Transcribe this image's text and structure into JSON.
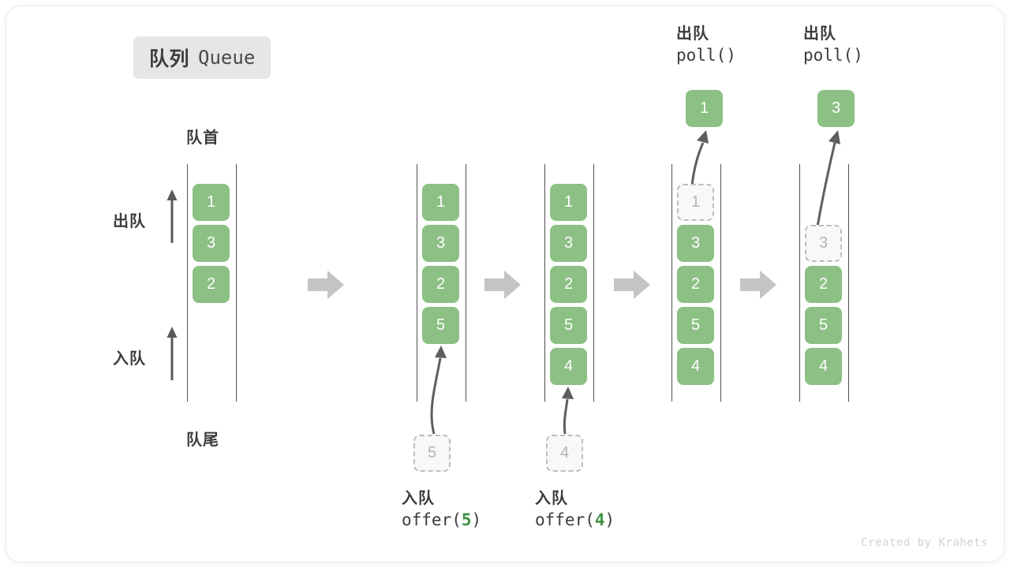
{
  "title": {
    "cn": "队列",
    "en": "Queue"
  },
  "labels": {
    "head": "队首",
    "tail": "队尾",
    "dequeue": "出队",
    "enqueue": "入队"
  },
  "credit": "Created by Krahets",
  "colors": {
    "element_green": "#8cc084",
    "ghost_fill": "#f8f8f8",
    "ghost_border": "#bdbdbd",
    "rail": "#4f4f4f",
    "block_arrow": "#c4c4c4",
    "badge_bg": "#e6e6e6",
    "text_dark": "#3c3c3c",
    "code_arg_green": "#3f9142"
  },
  "stages": [
    {
      "name": "initial",
      "slots": [
        {
          "value": "1",
          "state": "solid"
        },
        {
          "value": "3",
          "state": "solid"
        },
        {
          "value": "2",
          "state": "solid"
        },
        {
          "value": "",
          "state": "empty"
        },
        {
          "value": "",
          "state": "empty"
        }
      ]
    },
    {
      "name": "after-offer-5",
      "slots": [
        {
          "value": "1",
          "state": "solid"
        },
        {
          "value": "3",
          "state": "solid"
        },
        {
          "value": "2",
          "state": "solid"
        },
        {
          "value": "5",
          "state": "solid"
        },
        {
          "value": "",
          "state": "empty"
        }
      ],
      "incoming": {
        "value": "5",
        "state": "ghost"
      },
      "caption": {
        "cn": "入队",
        "code_prefix": "offer(",
        "code_arg": "5",
        "code_suffix": ")"
      }
    },
    {
      "name": "after-offer-4",
      "slots": [
        {
          "value": "1",
          "state": "solid"
        },
        {
          "value": "3",
          "state": "solid"
        },
        {
          "value": "2",
          "state": "solid"
        },
        {
          "value": "5",
          "state": "solid"
        },
        {
          "value": "4",
          "state": "solid"
        }
      ],
      "incoming": {
        "value": "4",
        "state": "ghost"
      },
      "caption": {
        "cn": "入队",
        "code_prefix": "offer(",
        "code_arg": "4",
        "code_suffix": ")"
      }
    },
    {
      "name": "after-poll-1",
      "slots": [
        {
          "value": "1",
          "state": "ghost"
        },
        {
          "value": "3",
          "state": "solid"
        },
        {
          "value": "2",
          "state": "solid"
        },
        {
          "value": "5",
          "state": "solid"
        },
        {
          "value": "4",
          "state": "solid"
        }
      ],
      "outgoing": {
        "value": "1",
        "state": "solid"
      },
      "caption": {
        "cn": "出队",
        "code": "poll()"
      }
    },
    {
      "name": "after-poll-3",
      "slots": [
        {
          "value": "",
          "state": "empty"
        },
        {
          "value": "3",
          "state": "ghost"
        },
        {
          "value": "2",
          "state": "solid"
        },
        {
          "value": "5",
          "state": "solid"
        },
        {
          "value": "4",
          "state": "solid"
        }
      ],
      "outgoing": {
        "value": "3",
        "state": "solid"
      },
      "caption": {
        "cn": "出队",
        "code": "poll()"
      }
    }
  ]
}
